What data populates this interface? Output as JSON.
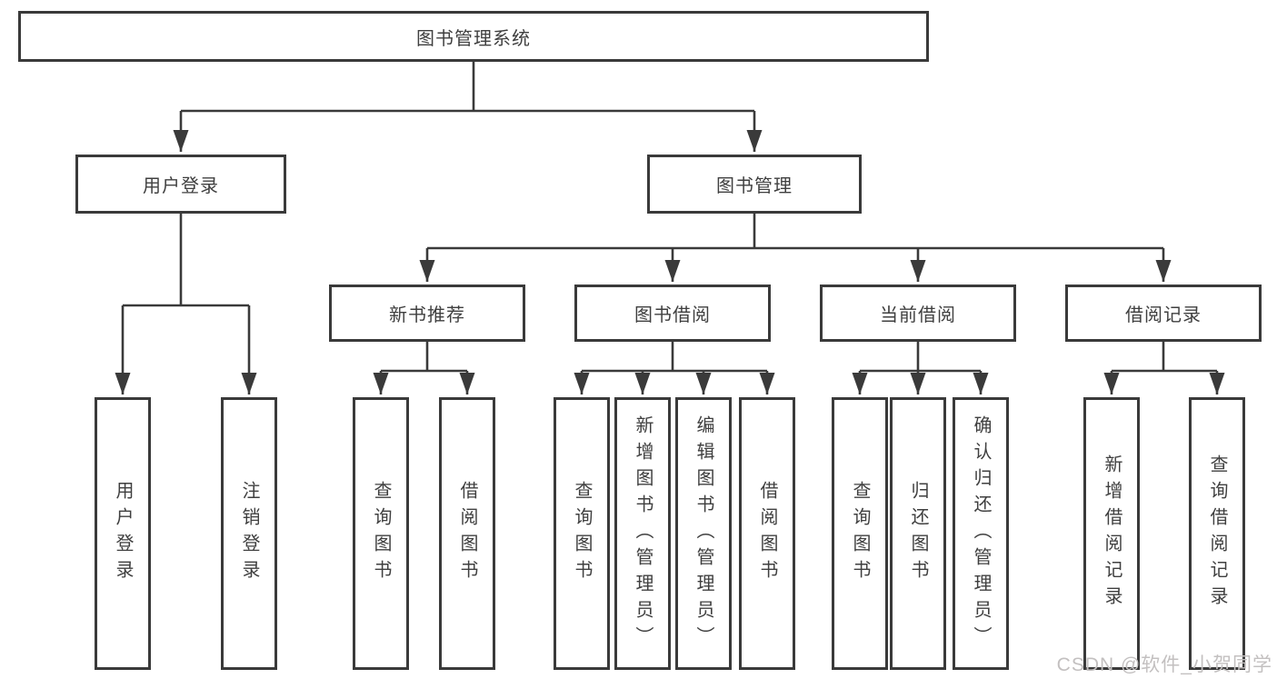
{
  "diagram_title": "图书管理系统",
  "colors": {
    "line": "#3a3a3a",
    "box_border": "#3a3a3a",
    "text": "#3f3f3f",
    "background": "#ffffff",
    "watermark": "#c3c0c0"
  },
  "tree": {
    "root": {
      "label": "图书管理系统"
    },
    "branches": [
      {
        "label": "用户登录",
        "children": [
          {
            "label": "用户登录"
          },
          {
            "label": "注销登录"
          }
        ]
      },
      {
        "label": "图书管理",
        "children": [
          {
            "label": "新书推荐",
            "children": [
              {
                "label": "查询图书"
              },
              {
                "label": "借阅图书"
              }
            ]
          },
          {
            "label": "图书借阅",
            "children": [
              {
                "label": "查询图书"
              },
              {
                "label": "新增图书（管理员）"
              },
              {
                "label": "编辑图书（管理员）"
              },
              {
                "label": "借阅图书"
              }
            ]
          },
          {
            "label": "当前借阅",
            "children": [
              {
                "label": "查询图书"
              },
              {
                "label": "归还图书"
              },
              {
                "label": "确认归还（管理员）"
              }
            ]
          },
          {
            "label": "借阅记录",
            "children": [
              {
                "label": "新增借阅记录"
              },
              {
                "label": "查询借阅记录"
              }
            ]
          }
        ]
      }
    ]
  },
  "watermark": {
    "text": "CSDN @软件_小贺同学"
  }
}
